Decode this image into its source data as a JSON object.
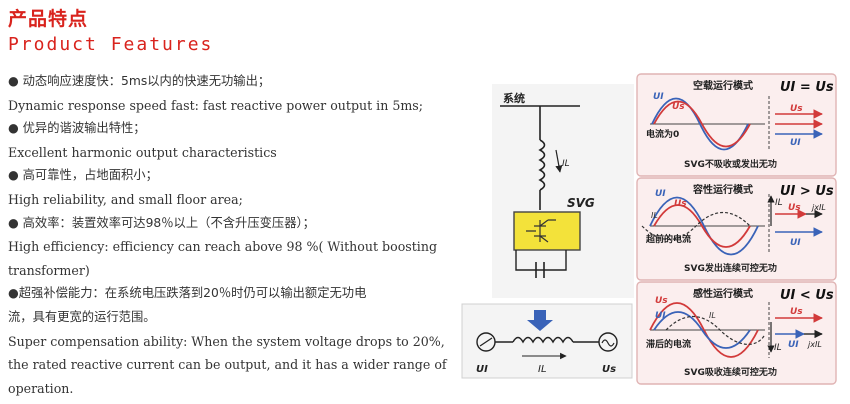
{
  "header": {
    "title_zh": "产品特点",
    "title_en": "Product Features"
  },
  "features": [
    {
      "zh": "● 动态响应速度快：5ms以内的快速无功输出；",
      "en": "Dynamic response speed fast: fast reactive power output in 5ms;"
    },
    {
      "zh": "● 优异的谐波输出特性；",
      "en": "Excellent harmonic output characteristics"
    },
    {
      "zh": "● 高可靠性，占地面积小；",
      "en": "High reliability, and small floor area;"
    },
    {
      "zh": "● 高效率：装置效率可达98％以上（不含升压变压器）；",
      "en_1": "High efficiency: efficiency can reach above 98 %( Without boosting",
      "en_2": "transformer)"
    },
    {
      "zh_1": "●超强补偿能力：在系统电压跌落到20％时仍可以输出额定无功电",
      "zh_2": "流，具有更宽的运行范围。",
      "en_1": "Super compensation ability: When the system voltage drops to 20%,",
      "en_2": "the rated reactive current can be output, and it has a wider range of",
      "en_3": "operation."
    }
  ],
  "circuit": {
    "system_label": "系统",
    "svg_label": "SVG",
    "il_label": "IL",
    "ui_label": "UI",
    "us_label": "Us"
  },
  "panels": [
    {
      "mode_title": "空载运行模式",
      "relation": "UI = Us",
      "annotation": "电流为0",
      "caption": "SVG不吸收或发出无功"
    },
    {
      "mode_title": "容性运行模式",
      "relation": "UI > Us",
      "annotation": "超前的电流",
      "caption": "SVG发出连续可控无功"
    },
    {
      "mode_title": "感性运行模式",
      "relation": "UI < Us",
      "annotation": "滞后的电流",
      "caption": "SVG吸收连续可控无功"
    }
  ],
  "wave_labels": {
    "u_i": "UI",
    "u_s": "Us",
    "i_l": "IL",
    "jx": "jxIL"
  },
  "colors": {
    "accent": "#d9231d",
    "panel_bg": "#fbeeee",
    "panel_border": "#e0b4b4",
    "blue": "#3a63b8",
    "red": "#d23a3a",
    "svg_box": "#f3e23a"
  }
}
